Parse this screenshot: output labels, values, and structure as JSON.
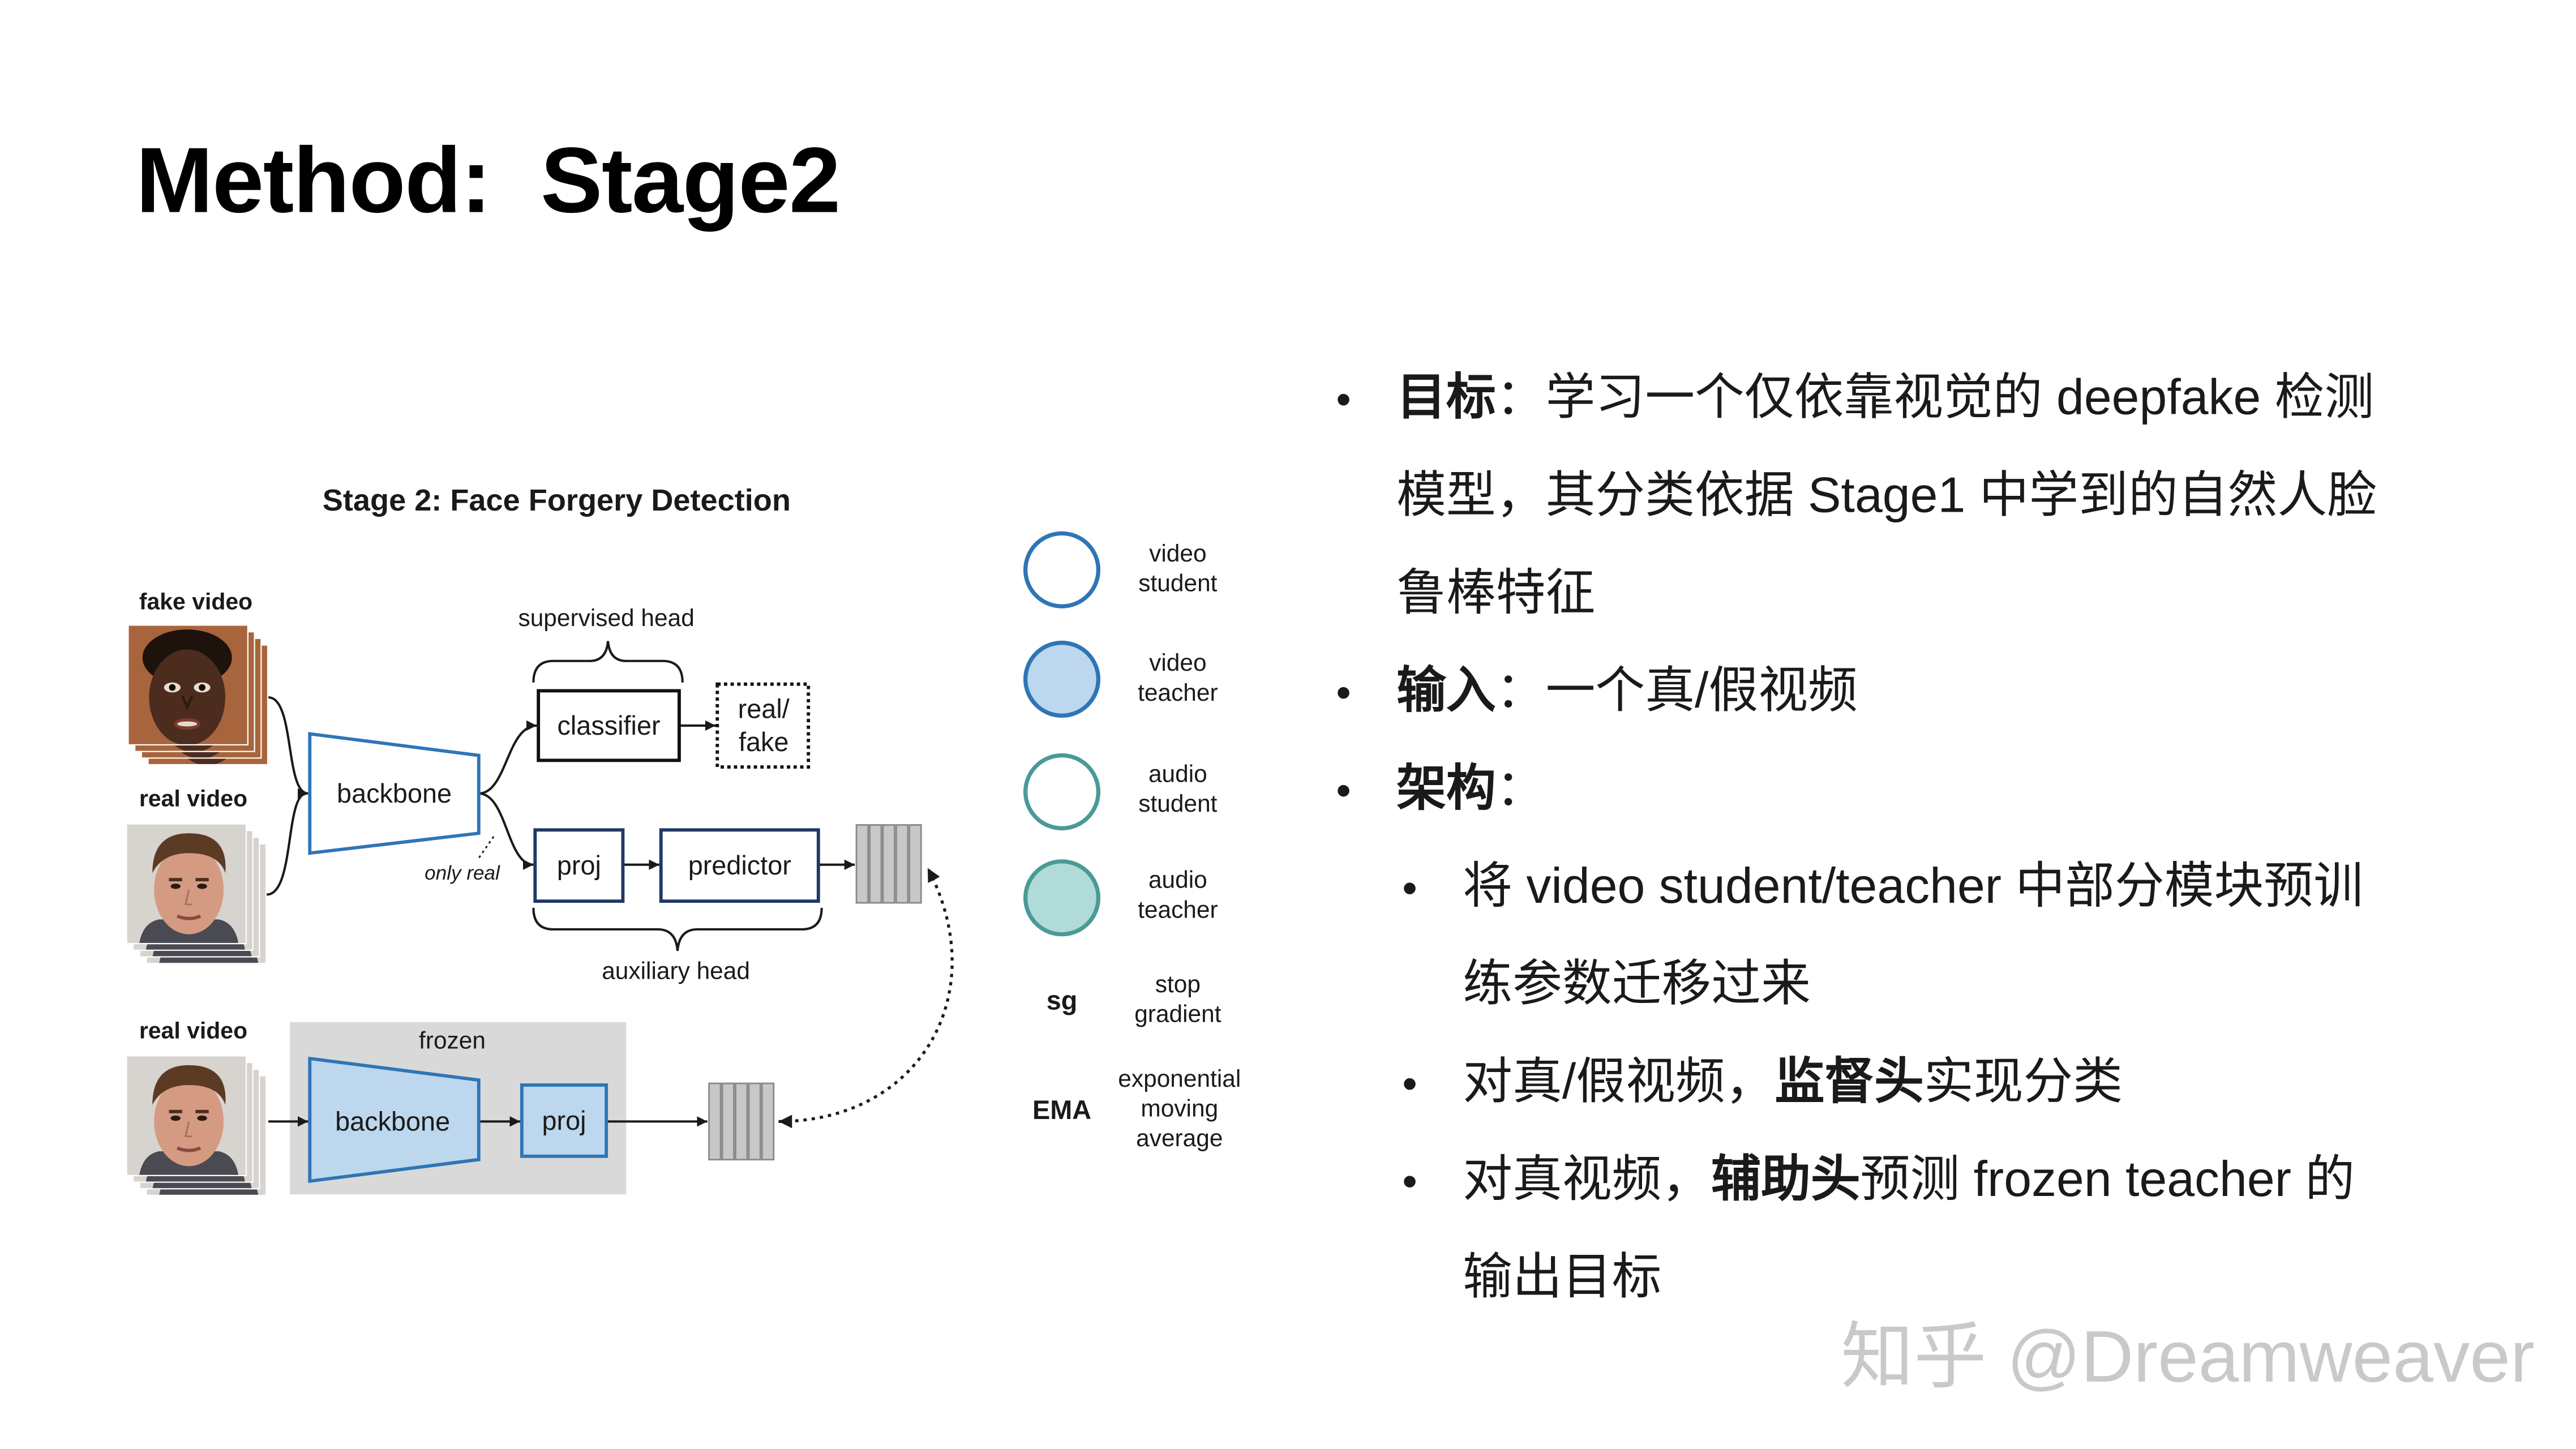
{
  "slide": {
    "title": "Method:  Stage2",
    "watermark": "知乎 @Dreamweaver"
  },
  "diagram": {
    "title": "Stage 2: Face Forgery Detection",
    "fake_video_label": "fake video",
    "real_video_label": "real video",
    "frozen_real_video_label": "real video",
    "supervised_head_label": "supervised head",
    "auxiliary_head_label": "auxiliary head",
    "backbone_label": "backbone",
    "only_real_label": "only real",
    "classifier_label": "classifier",
    "output_label": [
      "real/",
      "fake"
    ],
    "proj_label": "proj",
    "predictor_label": "predictor",
    "frozen_label": "frozen",
    "frozen_backbone_label": "backbone",
    "frozen_proj_label": "proj"
  },
  "legend": [
    {
      "icon": "video-student-circle",
      "lines": [
        "video",
        "student"
      ]
    },
    {
      "icon": "video-teacher-circle",
      "lines": [
        "video",
        "teacher"
      ]
    },
    {
      "icon": "audio-student-circle",
      "lines": [
        "audio",
        "student"
      ]
    },
    {
      "icon": "audio-teacher-circle",
      "lines": [
        "audio",
        "teacher"
      ]
    },
    {
      "abbr": "sg",
      "lines": [
        "stop",
        "gradient"
      ]
    },
    {
      "abbr": "EMA",
      "lines": [
        "exponential",
        "moving",
        "average"
      ]
    }
  ],
  "bullets": {
    "goal": {
      "label": "目标",
      "sep": "：",
      "lines": [
        "学习一个仅依靠视觉的 deepfake 检测",
        "模型，其分类依据 Stage1 中学到的自然人脸",
        "鲁棒特征"
      ]
    },
    "input": {
      "label": "输入",
      "sep": "：",
      "text": "一个真/假视频"
    },
    "architecture": {
      "label": "架构",
      "sep": "：",
      "sub": [
        {
          "lines": [
            "将 video student/teacher 中部分模块预训",
            "练参数迁移过来"
          ]
        },
        {
          "prefix": "对真/假视频，",
          "bold": "监督头",
          "suffix": "实现分类"
        },
        {
          "prefix": "对真视频，",
          "bold": "辅助头",
          "suffix": "预测 frozen teacher 的",
          "cont": "输出目标"
        }
      ]
    }
  },
  "colors": {
    "student_blue": "#2e75b6",
    "teacher_fill": "#bdd7ee",
    "head_border": "#203864",
    "audio_teal": "#4a9a96",
    "audio_teacher_fill": "#b0dbd8",
    "frozen_panel": "#d9d9d9",
    "token_fill": "#c8c8c8",
    "token_border": "#8c8c8c",
    "text_color": "#1a1a1a",
    "watermark_color": "#c9c9c9"
  }
}
